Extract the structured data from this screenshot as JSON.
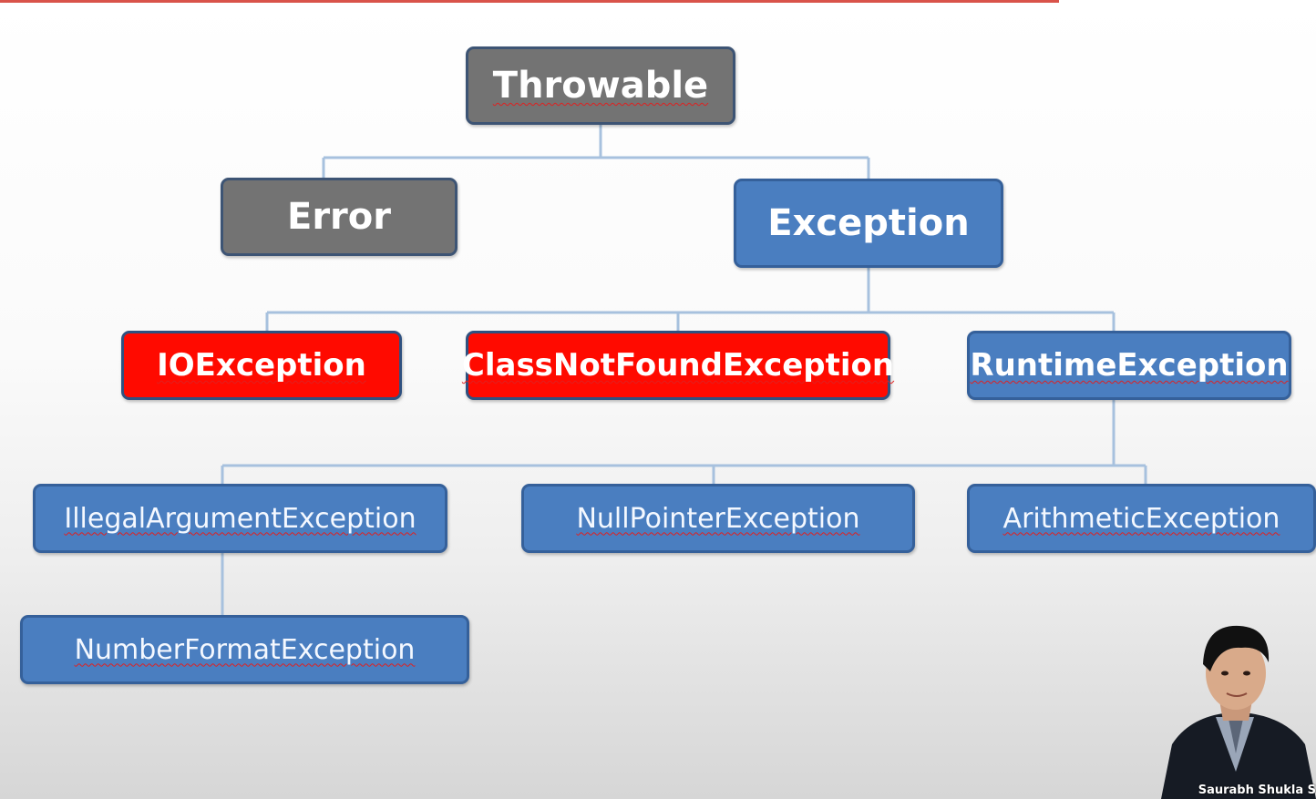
{
  "diagram": {
    "nodes": {
      "throwable": "Throwable",
      "error": "Error",
      "exception": "Exception",
      "io_exception": "IOException",
      "class_not_found_exception": "ClassNotFoundException",
      "runtime_exception": "RuntimeException",
      "illegal_argument_exception": "IllegalArgumentException",
      "null_pointer_exception": "NullPointerException",
      "arithmetic_exception": "ArithmeticException",
      "number_format_exception": "NumberFormatException"
    },
    "edges": [
      [
        "Throwable",
        "Error"
      ],
      [
        "Throwable",
        "Exception"
      ],
      [
        "Exception",
        "IOException"
      ],
      [
        "Exception",
        "ClassNotFoundException"
      ],
      [
        "Exception",
        "RuntimeException"
      ],
      [
        "RuntimeException",
        "IllegalArgumentException"
      ],
      [
        "RuntimeException",
        "NullPointerException"
      ],
      [
        "RuntimeException",
        "ArithmeticException"
      ],
      [
        "IllegalArgumentException",
        "NumberFormatException"
      ]
    ],
    "colors": {
      "gray_node": "#737373",
      "blue_node": "#4a7ec0",
      "red_node": "#ff0a00",
      "connector": "#a7c1de",
      "top_bar": "#d9534a"
    }
  },
  "presenter": {
    "name": "Saurabh Shukla S"
  }
}
